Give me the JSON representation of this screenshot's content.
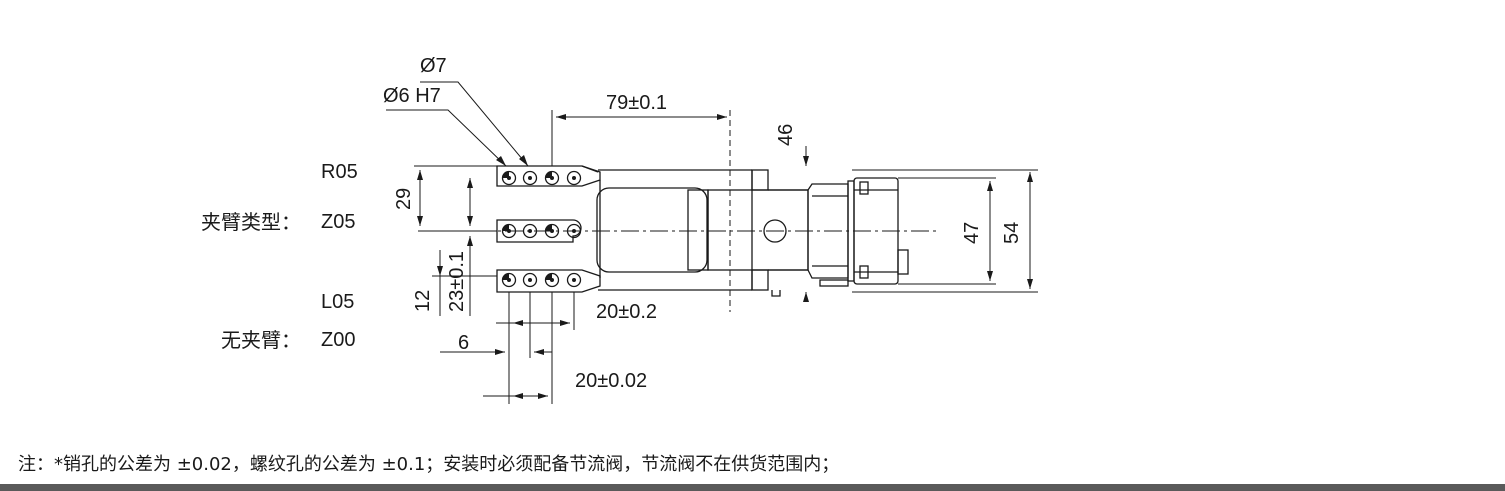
{
  "labels": {
    "d7": "Ø7",
    "d6h7": "Ø6 H7",
    "d79": "79±0.1",
    "d46": "46",
    "r05": "R05",
    "arm_type": "夹臂类型：",
    "z05": "Z05",
    "l05": "L05",
    "no_arm": "无夹臂：",
    "z00": "Z00",
    "d29": "29",
    "d23": "23±0.1",
    "d12": "12",
    "d6": "6",
    "d20_2": "20±0.2",
    "d20_02": "20±0.02",
    "d47": "47",
    "d54": "54"
  },
  "note": "注：*销孔的公差为 ±0.02，螺纹孔的公差为 ±0.1；安装时必须配备节流阀，节流阀不在供货范围内；",
  "colors": {
    "line": "#1a1a1a",
    "bar": "#5a5a5a"
  }
}
